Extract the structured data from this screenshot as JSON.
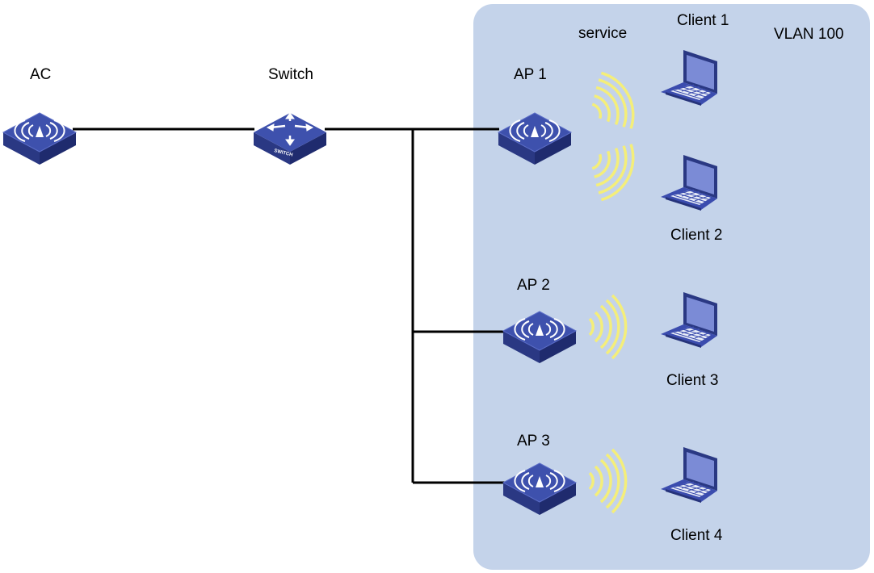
{
  "colors": {
    "vlan_area": "#c4d3ea",
    "device_top": "#3e51ad",
    "device_side": "#2a3883",
    "link": "#000000",
    "wave": "#f4ee7a",
    "laptop": "#3b4cae"
  },
  "vlan": {
    "label": "VLAN 100"
  },
  "service_label": "service",
  "devices": {
    "ac": {
      "label": "AC",
      "icon": "wireless-ac-icon"
    },
    "switch": {
      "label": "Switch",
      "icon": "switch-icon",
      "badge": "SWITCH"
    },
    "ap1": {
      "label": "AP 1",
      "icon": "access-point-icon"
    },
    "ap2": {
      "label": "AP 2",
      "icon": "access-point-icon"
    },
    "ap3": {
      "label": "AP 3",
      "icon": "access-point-icon"
    }
  },
  "clients": [
    {
      "label": "Client 1",
      "icon": "laptop-icon"
    },
    {
      "label": "Client 2",
      "icon": "laptop-icon"
    },
    {
      "label": "Client 3",
      "icon": "laptop-icon"
    },
    {
      "label": "Client 4",
      "icon": "laptop-icon"
    }
  ]
}
